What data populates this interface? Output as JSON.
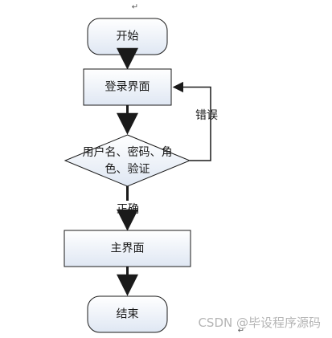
{
  "nodes": {
    "start": "开始",
    "login": "登录界面",
    "check_line1": "用户名、密码、角",
    "check_line2": "色、验证",
    "main": "主界面",
    "end": "结束"
  },
  "edges": {
    "error": "错误",
    "correct": "正确"
  },
  "marks": {
    "paragraph_top": "↵",
    "paragraph_bottom": "↵"
  },
  "watermark": "CSDN @毕设程序源码",
  "colors": {
    "stroke": "#1a1a1a",
    "fill_top": "#ffffff",
    "fill_bottom": "#dfe7f3"
  }
}
